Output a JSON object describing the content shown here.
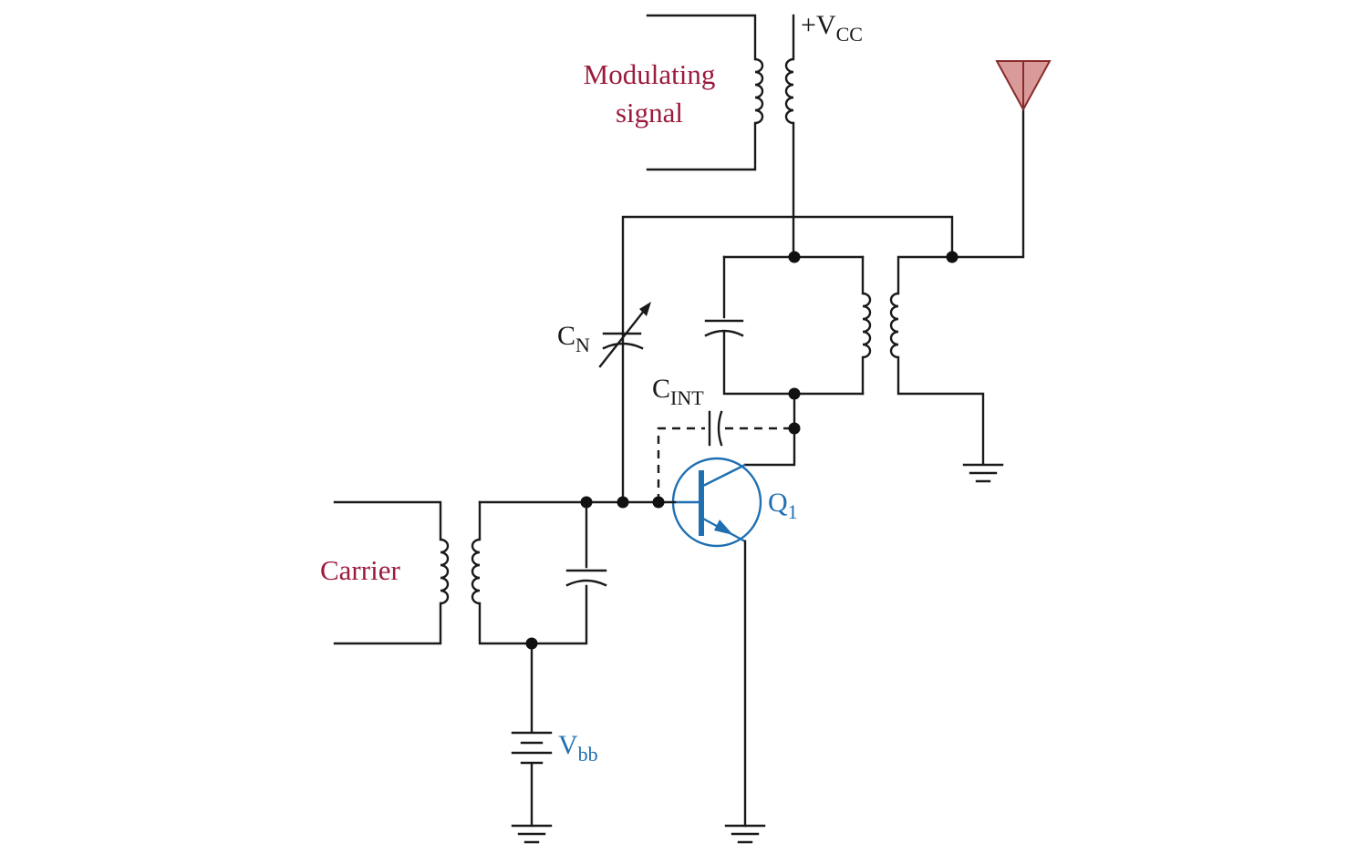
{
  "diagram": {
    "labels": {
      "vcc": {
        "main": "+V",
        "sub": "CC"
      },
      "modulating_line1": "Modulating",
      "modulating_line2": "signal",
      "cn": {
        "main": "C",
        "sub": "N"
      },
      "cint": {
        "main": "C",
        "sub": "INT"
      },
      "q1": {
        "main": "Q",
        "sub": "1"
      },
      "carrier": "Carrier",
      "vbb": {
        "main": "V",
        "sub": "bb"
      }
    },
    "colors": {
      "wire": "#1a1a1a",
      "transistor": "#1f6fb2",
      "signal_label": "#9b1b3d",
      "antenna_fill": "#d99a9a",
      "antenna_stroke": "#8a2a2a"
    }
  }
}
